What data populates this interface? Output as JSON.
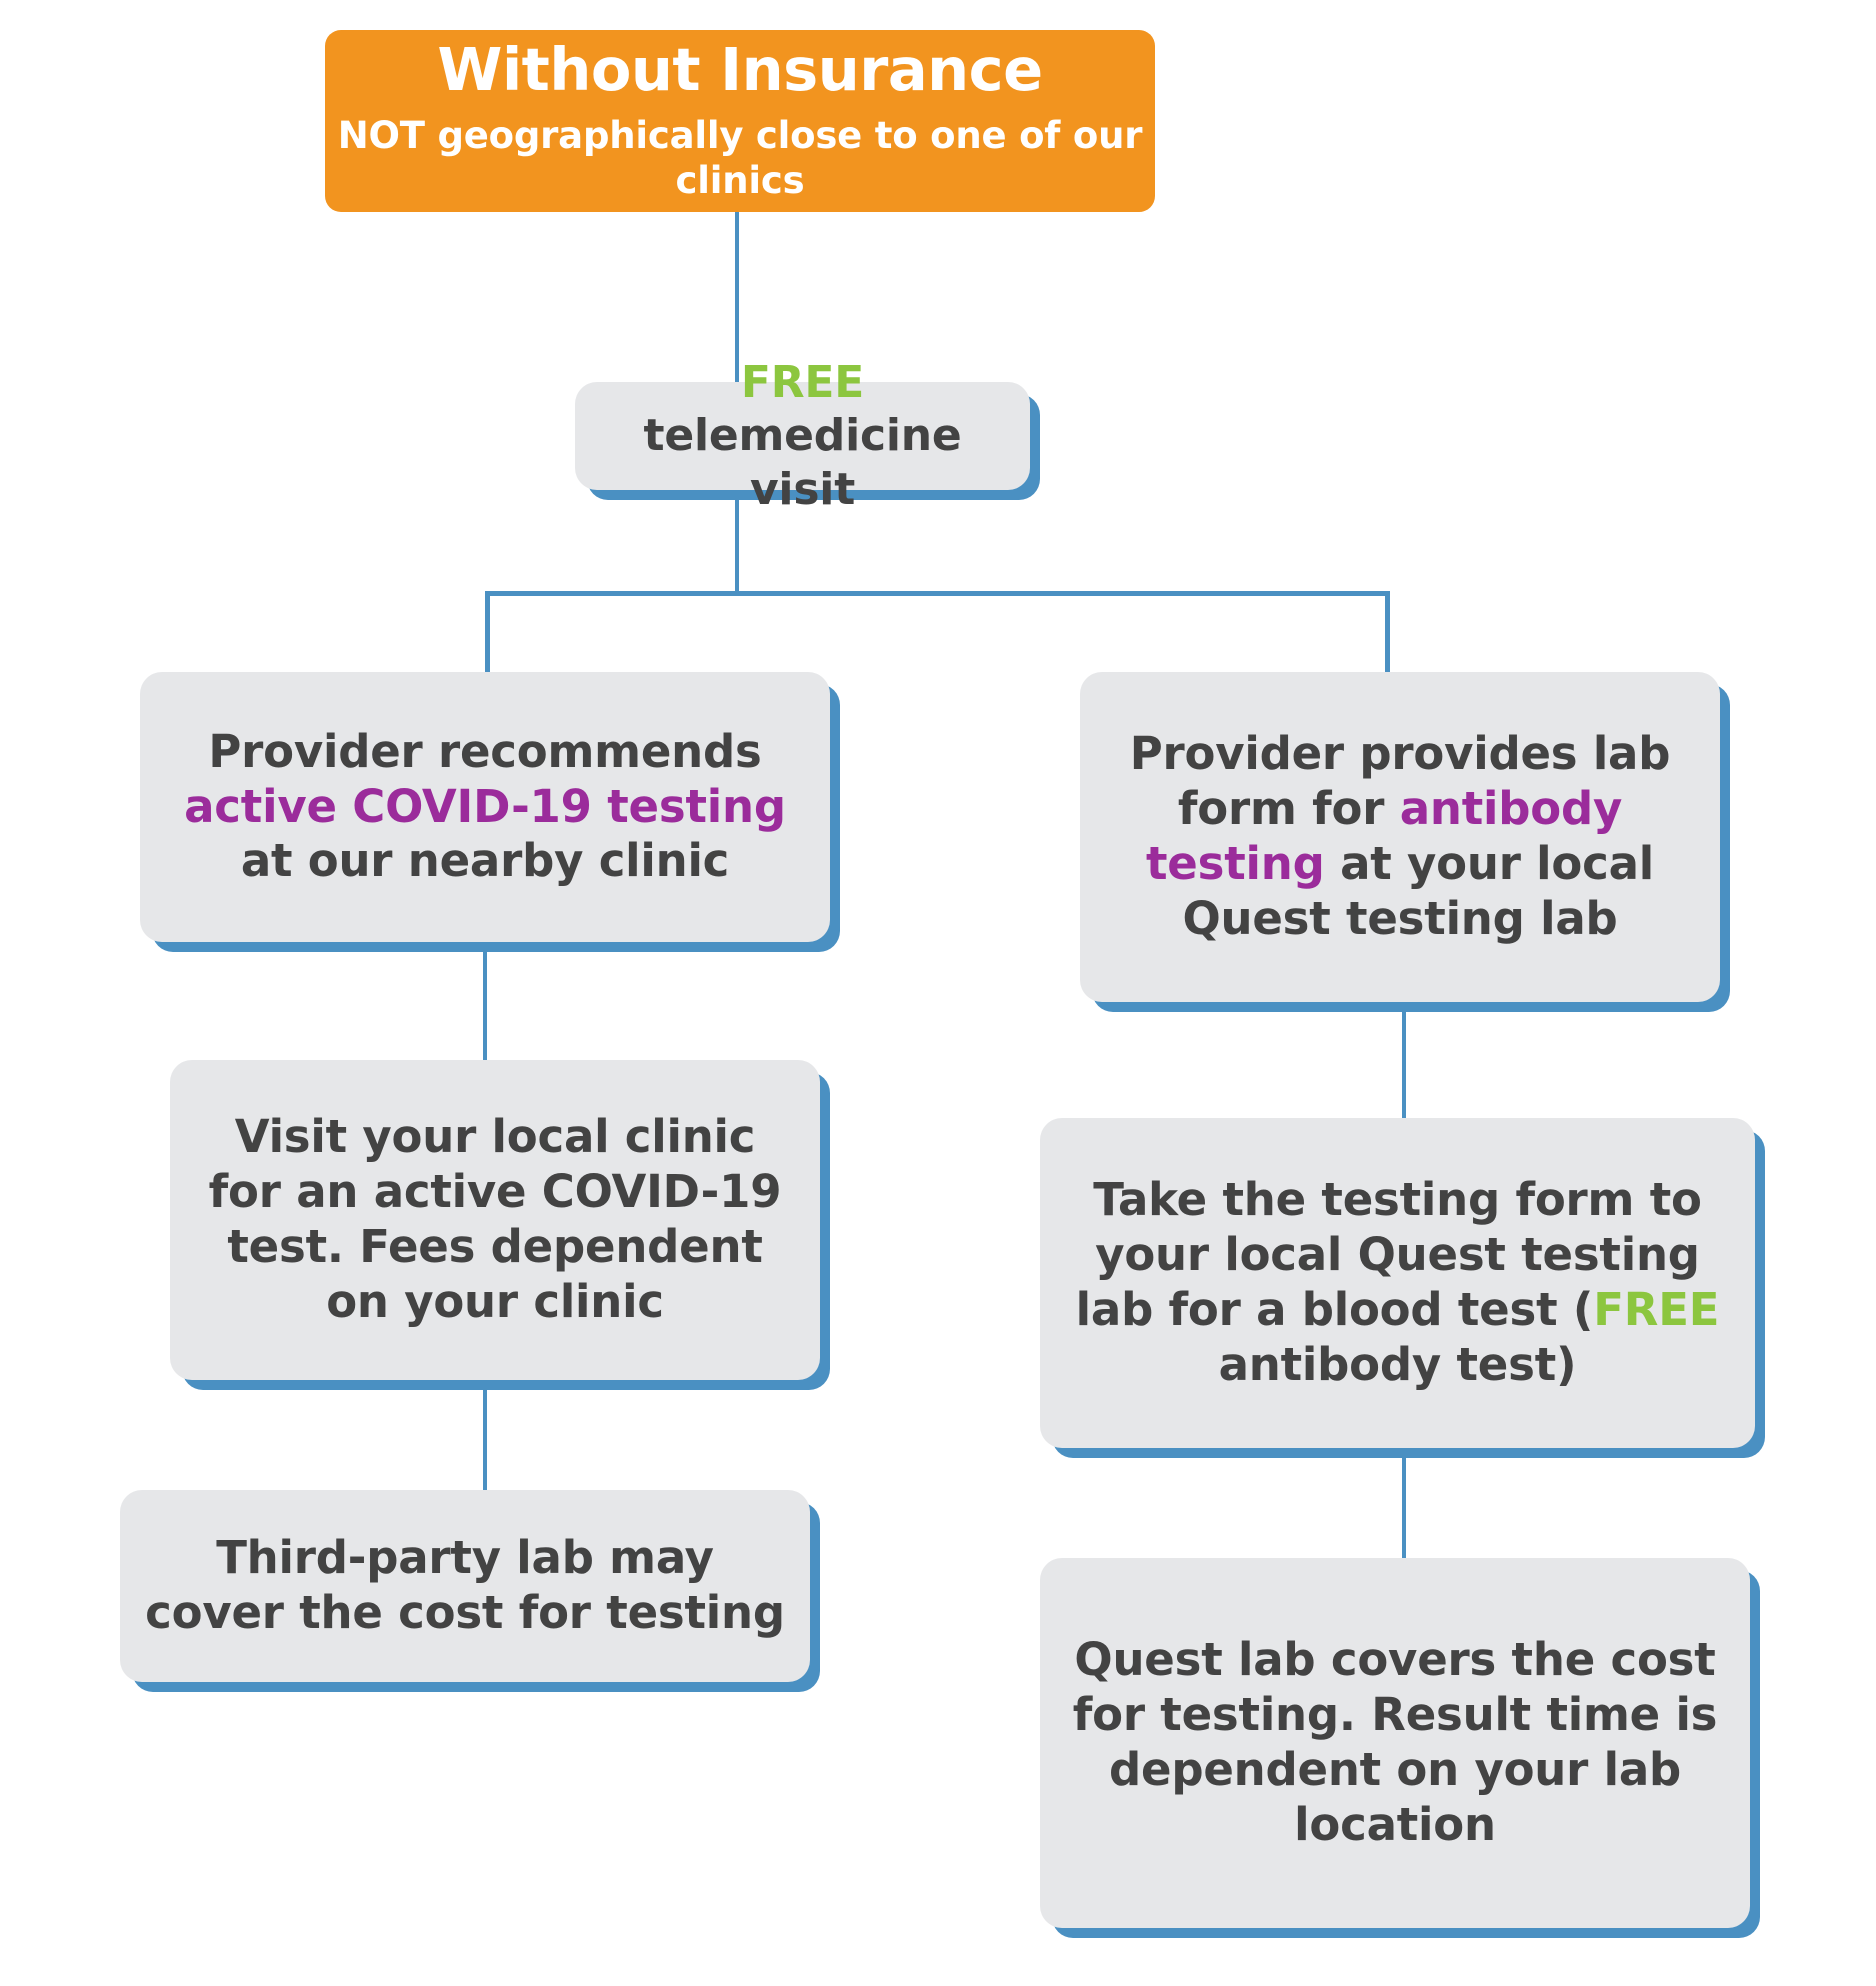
{
  "flowchart": {
    "title": "Without Insurance",
    "subtitle": "NOT geographically close to one of our clinics",
    "colors": {
      "header_bg": "#F2941F",
      "node_bg": "#E6E7E9",
      "accent_blue": "#4A90C2",
      "free_green": "#8CC63F",
      "highlight_purple": "#9B2C9B",
      "text_dark": "#434343"
    },
    "nodes": {
      "telemedicine": {
        "highlight": "FREE",
        "rest": " telemedicine visit"
      },
      "left_1": {
        "line1": "Provider recommends",
        "line2": "active COVID-19 testing",
        "line3": "at our nearby clinic"
      },
      "left_2": {
        "text": "Visit your local clinic for an active COVID-19 test. Fees dependent on your clinic"
      },
      "left_3": {
        "text": "Third-party lab may cover the cost for testing"
      },
      "right_1": {
        "pre": "Provider provides lab form for ",
        "highlight": "antibody testing",
        "post": " at your local Quest testing lab"
      },
      "right_2": {
        "pre": "Take the testing form to your local Quest testing lab for a blood test (",
        "highlight": "FREE",
        "post": " antibody test)"
      },
      "right_3": {
        "text": "Quest lab covers the cost for testing. Result time is dependent on your lab location"
      }
    }
  }
}
